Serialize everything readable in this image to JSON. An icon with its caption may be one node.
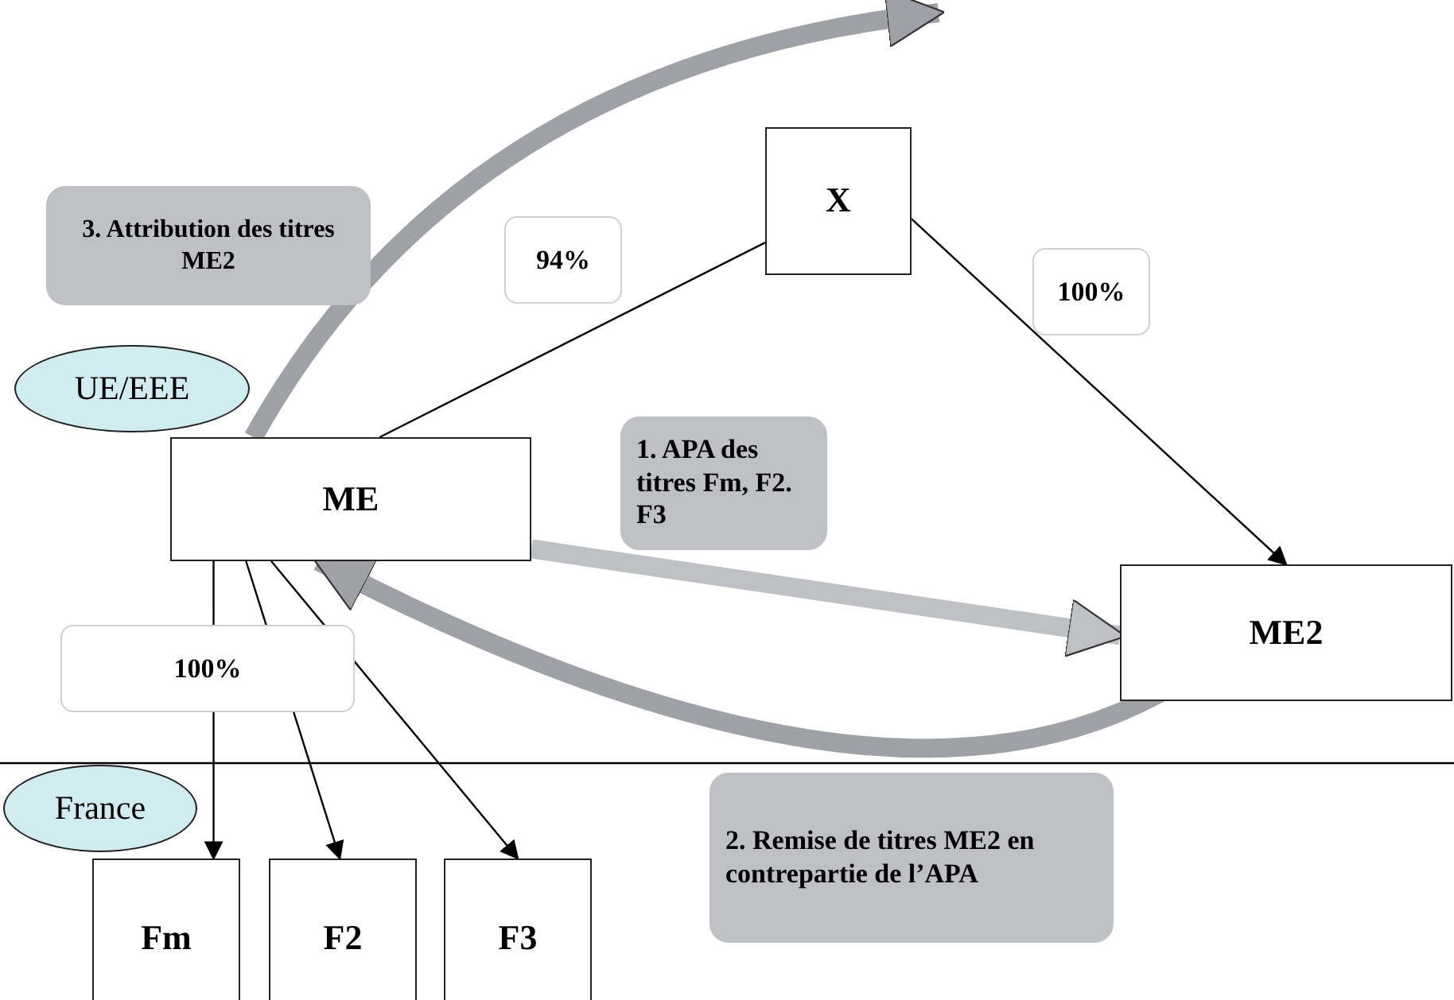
{
  "diagram": {
    "nodes": [
      {
        "text": [
          "ME"
        ]
      },
      {
        "text": [
          "X"
        ]
      },
      {
        "text": [
          "ME2"
        ]
      },
      {
        "text": [
          "Fm"
        ]
      },
      {
        "text": [
          "F2"
        ]
      },
      {
        "text": [
          "F3"
        ]
      },
      {
        "text": [
          "UE/EEE"
        ]
      },
      {
        "text": [
          "France"
        ]
      },
      {
        "text": [
          "3. Attribution  des titres ME2"
        ]
      },
      {
        "text": [
          "1. APA des titres Fm, F2. F3"
        ]
      },
      {
        "text": [
          "2. Remise de titres ME2 en contrepartie de l’APA"
        ]
      }
    ],
    "edges": [
      {
        "from": 0,
        "to": 1,
        "arrow": "none",
        "label": "94%"
      },
      {
        "from": 1,
        "to": 2,
        "arrow": "to",
        "label": "100%"
      },
      {
        "from": 0,
        "to": 3,
        "arrow": "to",
        "label": "100%"
      },
      {
        "from": 0,
        "to": 4,
        "arrow": "to"
      },
      {
        "from": 0,
        "to": 5,
        "arrow": "to"
      },
      {
        "from": 0,
        "to": 2,
        "arrow": "to",
        "style": "thick",
        "color": "#bfc0c4"
      },
      {
        "from": 2,
        "to": 0,
        "arrow": "to",
        "style": "thick",
        "color": "#a0a1a6"
      },
      {
        "from": 0,
        "to": null,
        "arrow": "to",
        "style": "thick",
        "color": "#a0a1a6"
      }
    ]
  }
}
